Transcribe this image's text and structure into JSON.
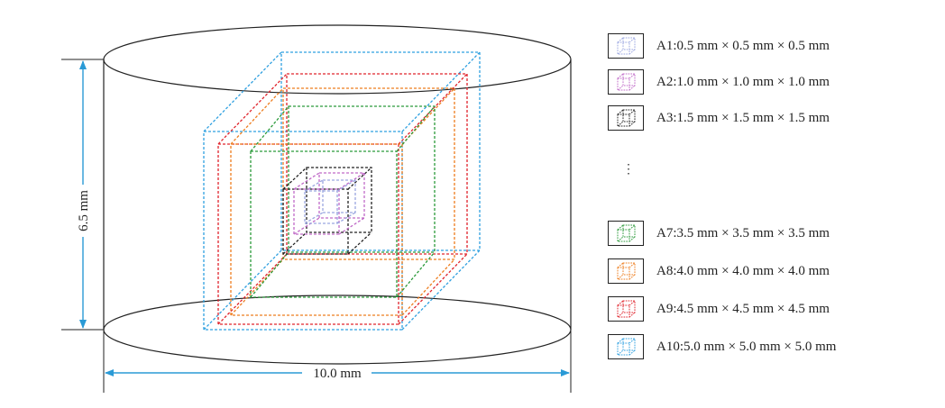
{
  "colors": {
    "outline": "#222222",
    "dimension": "#2a9ad6",
    "A1": "#9aa6e0",
    "A2": "#c06ac8",
    "A3": "#222222",
    "A7": "#2b9a3a",
    "A8": "#ee7d1e",
    "A9": "#e0242c",
    "A10": "#2fa0e0"
  },
  "dimensions": {
    "height_label": "6.5 mm",
    "width_label": "10.0 mm"
  },
  "legend": {
    "ellipsis": "⋮",
    "items": [
      {
        "id": "A1",
        "label": "A1:0.5 mm × 0.5 mm × 0.5 mm"
      },
      {
        "id": "A2",
        "label": "A2:1.0 mm × 1.0 mm × 1.0 mm"
      },
      {
        "id": "A3",
        "label": "A3:1.5 mm × 1.5 mm × 1.5 mm"
      },
      {
        "id": "A7",
        "label": "A7:3.5 mm × 3.5 mm × 3.5 mm"
      },
      {
        "id": "A8",
        "label": "A8:4.0 mm × 4.0 mm × 4.0 mm"
      },
      {
        "id": "A9",
        "label": "A9:4.5 mm × 4.5 mm × 4.5 mm"
      },
      {
        "id": "A10",
        "label": "A10:5.0 mm × 5.0 mm × 5.0 mm"
      }
    ]
  }
}
